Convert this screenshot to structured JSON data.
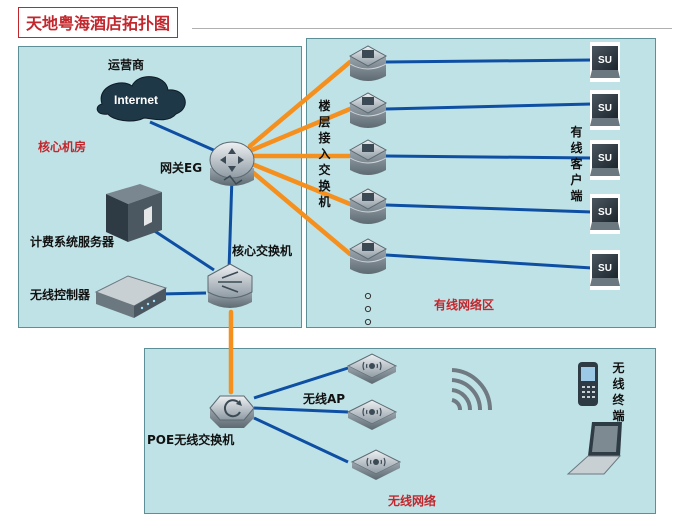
{
  "title": "天地粤海酒店拓扑图",
  "zones": {
    "core": "核心机房",
    "wired": "有线网络区",
    "wireless": "无线网络"
  },
  "labels": {
    "isp": "运营商",
    "internet": "Internet",
    "gateway": "网关EG",
    "billing_server": "计费系统服务器",
    "core_switch": "核心交换机",
    "wireless_controller": "无线控制器",
    "floor_switch": "楼层接入交换机",
    "wired_client": "有线客户端",
    "wireless_ap": "无线AP",
    "poe_switch": "POE无线交换机",
    "wireless_terminal": "无线终端",
    "su": "SU"
  },
  "colors": {
    "zone_fill": "#bfe2e6",
    "trunk": "#f5901e",
    "link": "#0e4fa3",
    "title": "#c2272d"
  }
}
